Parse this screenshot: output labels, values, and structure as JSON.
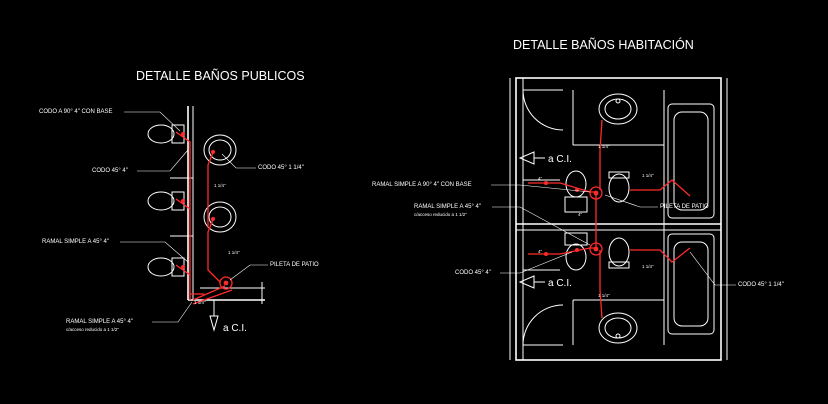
{
  "left_title": "DETALLE BAÑOS PUBLICOS",
  "right_title": "DETALLE BAÑOS HABITACIÓN",
  "left_labels": {
    "codo_base": "CODO A 90° 4\" CON BASE",
    "codo_45_4": "CODO 45° 4\"",
    "ramal_simple": "RAMAL SIMPLE A 45° 4\"",
    "ramal_acceso_1": "RAMAL SIMPLE A 45° 4\"",
    "ramal_acceso_2": "c/acceso reducido a 1 1/2\"",
    "codo_45_114": "CODO 45° 1 1/4\"",
    "pileta_patio": "PILETA DE PATIO",
    "cj": "a C.I."
  },
  "right_labels": {
    "ramal_base": "RAMAL SIMPLE A 90° 4\" CON BASE",
    "ramal_acceso_1": "RAMAL SIMPLE A 45° 4\"",
    "ramal_acceso_2": "c/acceso reducido a 1 1/2\"",
    "codo_45_4": "CODO 45° 4\"",
    "pileta_patio": "PILETA DE PATIO",
    "codo_45_114": "CODO 45° 1 1/4\"",
    "cj_top": "a C.I.",
    "cj_bottom": "a C.I."
  },
  "pipe_dims": {
    "d1": "1 1/4\"",
    "d2": "1 1/4\"",
    "d3": "1 1/4\"",
    "d4": "1 1/4\"",
    "d5": "1 1/4\"",
    "d6": "1 1/4\"",
    "d7": "1 1/4\"",
    "d8": "4\"",
    "d9": "4\"",
    "d10": "4\""
  },
  "colors": {
    "background": "#000000",
    "linework": "#ffffff",
    "pipes": "#ff2a2a"
  }
}
